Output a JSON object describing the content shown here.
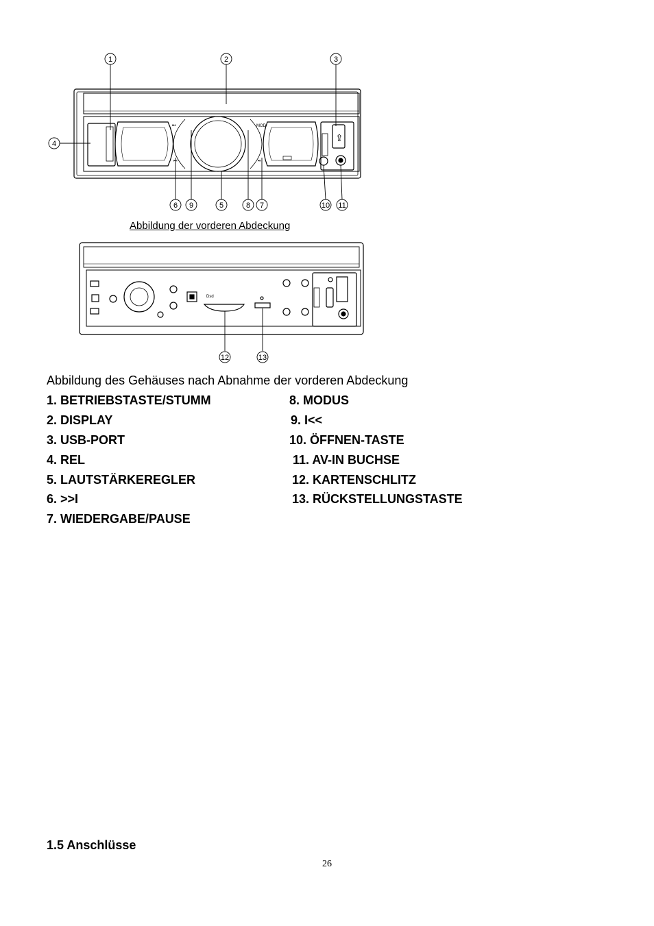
{
  "figure1": {
    "caption": "Abbildung der vorderen Abdeckung",
    "callouts": [
      "1",
      "2",
      "3",
      "4",
      "5",
      "6",
      "7",
      "8",
      "9",
      "10",
      "11"
    ]
  },
  "figure2": {
    "caption": "Abbildung des Gehäuses nach Abnahme der vorderen Abdeckung",
    "callouts": [
      "12",
      "13"
    ],
    "sd_label": "Dsd"
  },
  "legend": {
    "left": [
      "1. BETRIEBSTASTE/STUMM",
      "2. DISPLAY",
      "3. USB-PORT",
      "4. REL",
      "5. LAUTSTÄRKEREGLER",
      "6. >>I",
      "7. WIEDERGABE/PAUSE"
    ],
    "right": [
      "8. MODUS",
      "9. I<<",
      "10. ÖFFNEN-TASTE",
      "11. AV-IN BUCHSE",
      "12. KARTENSCHLITZ",
      "13. RÜCKSTELLUNGSTASTE"
    ]
  },
  "section_heading": "1.5 Anschlüsse",
  "page_number": "26"
}
